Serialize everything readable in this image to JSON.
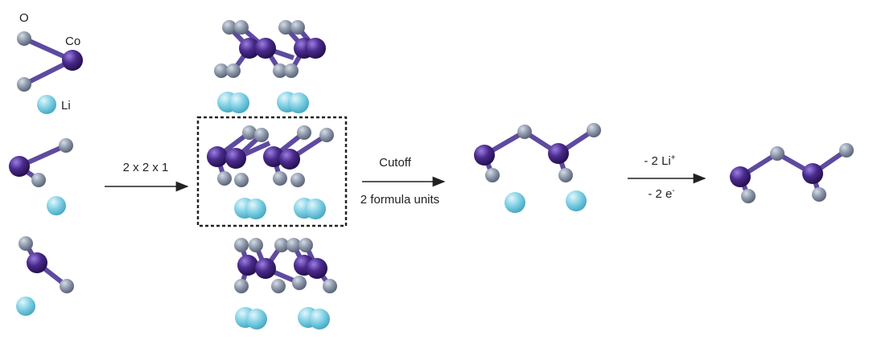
{
  "legend": {
    "oxygen": "O",
    "cobalt": "Co",
    "lithium": "Li"
  },
  "steps": {
    "supercell": "2 x 2 x 1",
    "cutoff_top": "Cutoff",
    "cutoff_bottom": "2 formula units",
    "delith_top": "- 2 Li",
    "delith_top_sup": "+",
    "delith_bottom": "- 2 e",
    "delith_bottom_sup": "-"
  },
  "colors": {
    "oxygen": "#8c97aa",
    "cobalt": "#4a2a8c",
    "lithium": "#7fd0e4",
    "bond": "#5e4aa0",
    "arrow": "#222222"
  }
}
